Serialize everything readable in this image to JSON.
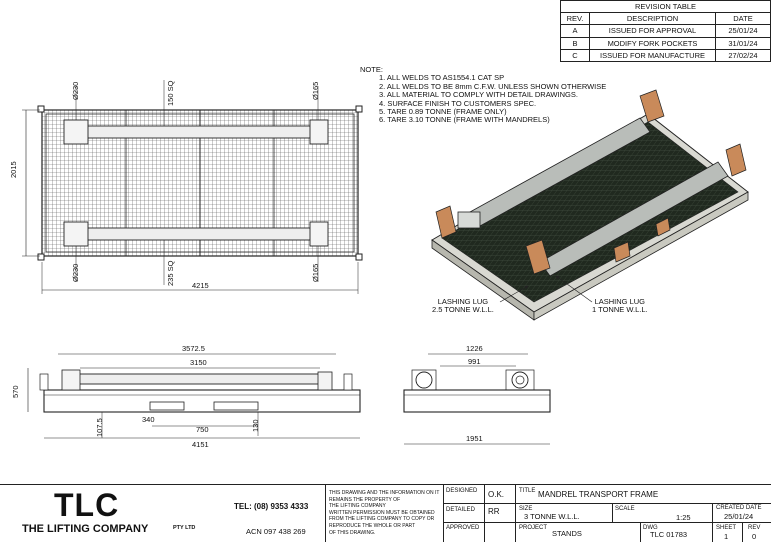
{
  "revision_table": {
    "title": "REVISION TABLE",
    "headers": [
      "REV.",
      "DESCRIPTION",
      "DATE"
    ],
    "rows": [
      [
        "A",
        "ISSUED FOR APPROVAL",
        "25/01/24"
      ],
      [
        "B",
        "MODIFY FORK POCKETS",
        "31/01/24"
      ],
      [
        "C",
        "ISSUED FOR MANUFACTURE",
        "27/02/24"
      ]
    ]
  },
  "notes": {
    "heading": "NOTE:",
    "items": [
      "1. ALL WELDS TO AS1554.1 CAT SP",
      "2. ALL WELDS TO BE 8mm C.F.W. UNLESS SHOWN OTHERWISE",
      "3. ALL MATERIAL TO COMPLY WITH DETAIL DRAWINGS.",
      "4. SURFACE FINISH TO CUSTOMERS SPEC.",
      "5. TARE 0.89 TONNE (FRAME ONLY)",
      "6. TARE 3.10 TONNE (FRAME WITH MANDRELS)"
    ]
  },
  "plan_dims": {
    "overall_length": "4215",
    "overall_width": "2015",
    "dia_tl": "Ø230",
    "dia_bl": "Ø230",
    "dia_tr": "Ø165",
    "dia_br": "Ø165",
    "sq_top": "150 SQ",
    "sq_bottom": "235 SQ"
  },
  "side_dims": {
    "d1": "3572.5",
    "d2": "3150",
    "d3": "340",
    "d4": "750",
    "d5": "130",
    "d6": "4151",
    "d7": "570",
    "d8": "107.5"
  },
  "end_dims": {
    "d1": "1226",
    "d2": "991",
    "d3": "1951"
  },
  "iso_labels": {
    "lug_left_1": "LASHING LUG",
    "lug_left_2": "2.5 TONNE W.L.L.",
    "lug_right_1": "LASHING LUG",
    "lug_right_2": "1 TONNE W.L.L."
  },
  "title_block": {
    "logo": "TLC",
    "company": "THE LIFTING COMPANY",
    "pty": "PTY LTD",
    "tel": "TEL: (08) 9353 4333",
    "acn": "ACN 097 438 269",
    "disclaimer": [
      "THIS DRAWING AND THE INFORMATION ON IT",
      "REMAINS THE PROPERTY OF",
      "THE LIFTING COMPANY",
      "WRITTEN PERMISSION MUST BE OBTAINED",
      "FROM THE LIFTING COMPANY TO COPY OR",
      "REPRODUCE THE WHOLE OR PART",
      "OF THIS DRAWING."
    ],
    "designed_label": "DESIGNED",
    "designed": "O.K.",
    "detailed_label": "DETAILED",
    "detailed": "RR",
    "approved_label": "APPROVED",
    "title_label": "TITLE",
    "title": "MANDREL TRANSPORT FRAME",
    "size_label": "SIZE",
    "size": "3 TONNE W.L.L.",
    "scale_label": "SCALE",
    "scale": "1:25",
    "created_label": "CREATED DATE",
    "created": "25/01/24",
    "project_label": "PROJECT",
    "project": "STANDS",
    "dwg_label": "DWG",
    "dwg": "TLC 01783",
    "sheet_label": "SHEET",
    "sheet": "1",
    "rev_label": "REV",
    "rev": "0"
  },
  "colors": {
    "line": "#222222",
    "frame_green": "#1f2a1f",
    "mandrel": "#b9bdb9",
    "end_block": "#c98a5a"
  }
}
